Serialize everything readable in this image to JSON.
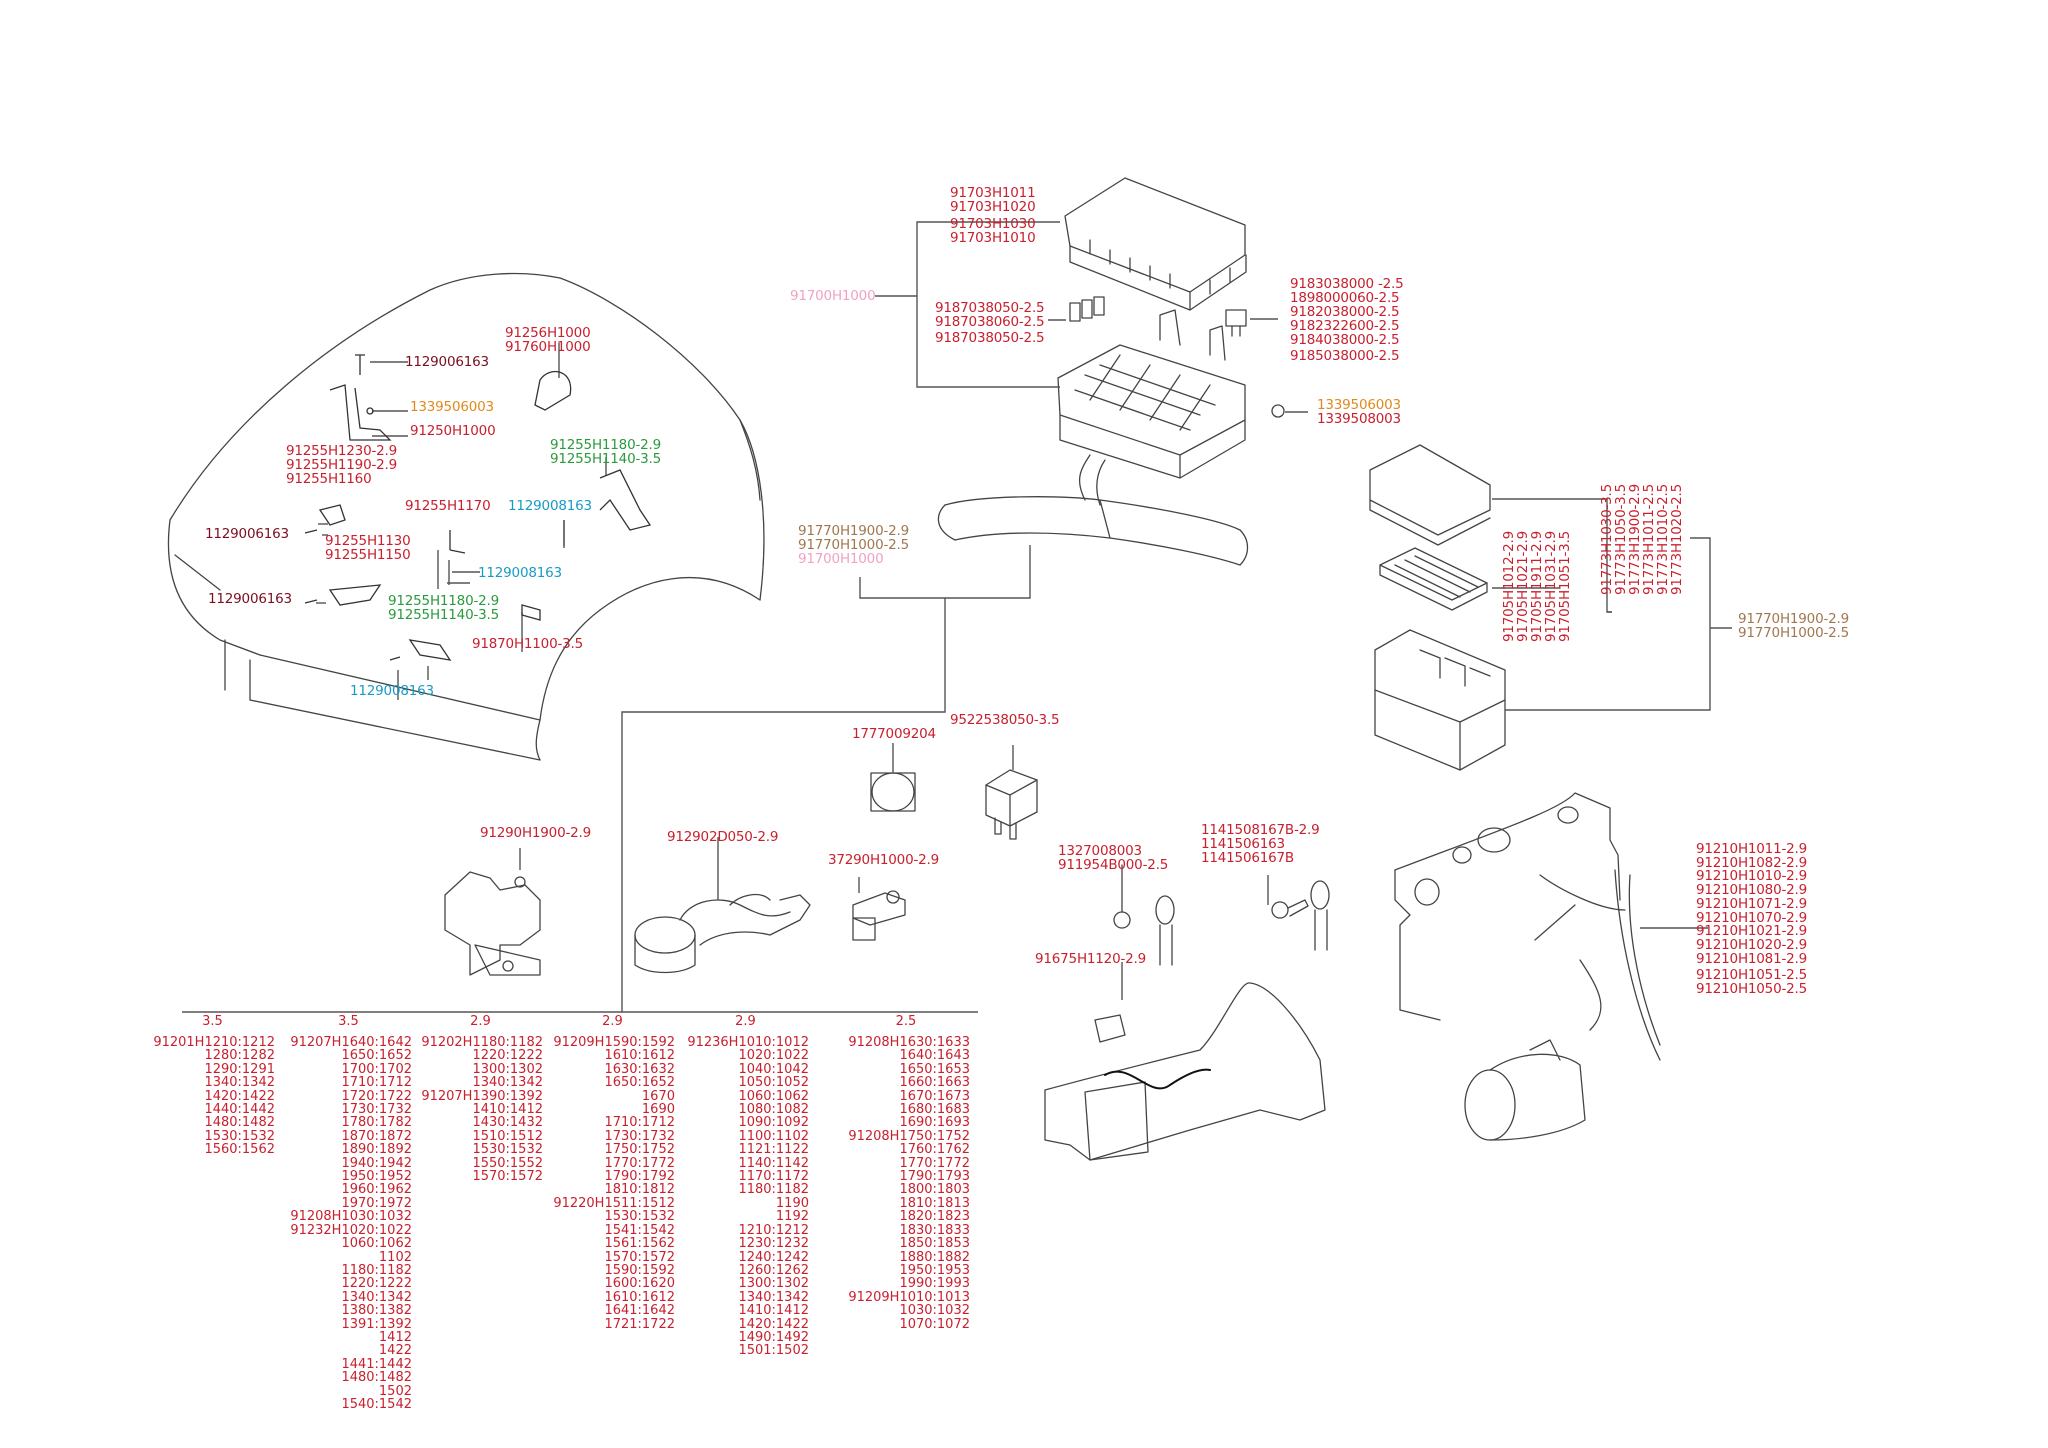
{
  "diagram": {
    "type": "parts-exploded-view",
    "callouts": {
      "top_fusebox": {
        "assembly": "91700H1000",
        "cover": [
          "91703H1011",
          "91703H1020",
          "91703H1030",
          "91703H1010"
        ],
        "mini_fuses": [
          "9187038050-2.5",
          "9187038060-2.5",
          "9187038050-2.5"
        ],
        "fuses": [
          "9183038000 -2.5",
          "1898000060-2.5",
          "9182038000-2.5",
          "9182322600-2.5",
          "9184038000-2.5",
          "9185038000-2.5"
        ],
        "nuts": [
          {
            "text": "1339506003",
            "color": "orange"
          },
          {
            "text": "1339508003",
            "color": "red"
          }
        ]
      },
      "engine_bay": {
        "bolt_top": "1129006163",
        "nut_top": "1339506003",
        "bracket_main": "91250H1000",
        "clamp_top": [
          "91256H1000",
          "91760H1000"
        ],
        "bracket_right": [
          "91255H1180-2.9",
          "91255H1140-3.5"
        ],
        "clip_left": [
          "91255H1230-2.9",
          "91255H1190-2.9",
          "91255H1160"
        ],
        "bolt_left_1": "1129006163",
        "clip_mid": "91255H1170",
        "bolt_blue_1": "1129008163",
        "bracket_lower": [
          "91255H1130",
          "91255H1150"
        ],
        "bolt_blue_2": "1129008163",
        "bolt_left_2": "1129006163",
        "bracket_lower_green": [
          "91255H1180-2.9",
          "91255H1140-3.5"
        ],
        "connector": "91870H1100-3.5",
        "bolt_blue_3": "1129008163"
      },
      "harness_main": [
        "91770H1900-2.9",
        "91770H1000-2.5",
        "91700H1000"
      ],
      "right_fusebox": {
        "covers": [
          "91773H1030-3.5",
          "91773H1050-3.5",
          "91773H1900-2.9",
          "91773H1011-2.5",
          "91773H1010-2.5",
          "91773H1020-2.5"
        ],
        "panels": [
          "91705H1012-2.9",
          "91705H1021-2.9",
          "91705H1911-2.9",
          "91705H1031-2.9",
          "91705H1051-3.5"
        ],
        "assembly": [
          "91770H1900-2.9",
          "91770H1000-2.5"
        ]
      },
      "misc_parts": {
        "grommet": "1777009204",
        "relay": "9522538050-3.5",
        "battery_sensor": "37290H1000-2.9",
        "battery_terminal": "91290H1900-2.9",
        "battery_cable": "912902D050-2.9",
        "ground_nut": [
          "1327008003",
          "911954B000-2.5"
        ],
        "ground_bolt": [
          "1141508167B-2.9",
          "1141506163",
          "1141506167B"
        ],
        "transmission_bracket": "91675H1120-2.9"
      },
      "engine_harness": [
        "91210H1011-2.9",
        "91210H1082-2.9",
        "91210H1010-2.9",
        "91210H1080-2.9",
        "91210H1071-2.9",
        "91210H1070-2.9",
        "91210H1021-2.9",
        "91210H1020-2.9",
        "91210H1081-2.9",
        "91210H1051-2.5",
        "91210H1050-2.5"
      ]
    },
    "parts_table": [
      {
        "header": "3.5",
        "rows": [
          "91201H1210:1212",
          "1280:1282",
          "1290:1291",
          "1340:1342",
          "1420:1422",
          "1440:1442",
          "1480:1482",
          "1530:1532",
          "1560:1562"
        ]
      },
      {
        "header": "3.5",
        "rows": [
          "91207H1640:1642",
          "1650:1652",
          "1700:1702",
          "1710:1712",
          "1720:1722",
          "1730:1732",
          "1780:1782",
          "1870:1872",
          "1890:1892",
          "1940:1942",
          "1950:1952",
          "1960:1962",
          "1970:1972",
          "91208H1030:1032",
          "91232H1020:1022",
          "1060:1062",
          "1102",
          "1180:1182",
          "1220:1222",
          "1340:1342",
          "1380:1382",
          "1391:1392",
          "1412",
          "1422",
          "1441:1442",
          "1480:1482",
          "1502",
          "1540:1542"
        ]
      },
      {
        "header": "2.9",
        "rows": [
          "91202H1180:1182",
          "1220:1222",
          "1300:1302",
          "1340:1342",
          "91207H1390:1392",
          "1410:1412",
          "1430:1432",
          "1510:1512",
          "1530:1532",
          "1550:1552",
          "1570:1572"
        ]
      },
      {
        "header": "2.9",
        "rows": [
          "91209H1590:1592",
          "1610:1612",
          "1630:1632",
          "1650:1652",
          "1670",
          "1690",
          "1710:1712",
          "1730:1732",
          "1750:1752",
          "1770:1772",
          "1790:1792",
          "1810:1812",
          "91220H1511:1512",
          "1530:1532",
          "1541:1542",
          "1561:1562",
          "1570:1572",
          "1590:1592",
          "1600:1620",
          "1610:1612",
          "1641:1642",
          "1721:1722"
        ]
      },
      {
        "header": "2.9",
        "rows": [
          "91236H1010:1012",
          "1020:1022",
          "1040:1042",
          "1050:1052",
          "1060:1062",
          "1080:1082",
          "1090:1092",
          "1100:1102",
          "1121:1122",
          "1140:1142",
          "1170:1172",
          "1180:1182",
          "1190",
          "1192",
          "1210:1212",
          "1230:1232",
          "1240:1242",
          "1260:1262",
          "1300:1302",
          "1340:1342",
          "1410:1412",
          "1420:1422",
          "1490:1492",
          "1501:1502"
        ]
      },
      {
        "header": "2.5",
        "rows": [
          "91208H1630:1633",
          "1640:1643",
          "1650:1653",
          "1660:1663",
          "1670:1673",
          "1680:1683",
          "1690:1693",
          "91208H1750:1752",
          "1760:1762",
          "1770:1772",
          "1790:1793",
          "1800:1803",
          "1810:1813",
          "1820:1823",
          "1830:1833",
          "1850:1853",
          "1880:1882",
          "1950:1953",
          "1990:1993",
          "91209H1010:1013",
          "1030:1032",
          "1070:1072"
        ]
      }
    ],
    "colors": {
      "red": "#c8202e",
      "dark_red": "#7a0f22",
      "orange": "#e08a1e",
      "green": "#2a9a3e",
      "blue": "#1a9bc4",
      "pink": "#f0a2c4",
      "brown": "#a07850",
      "line": "#555555"
    }
  }
}
